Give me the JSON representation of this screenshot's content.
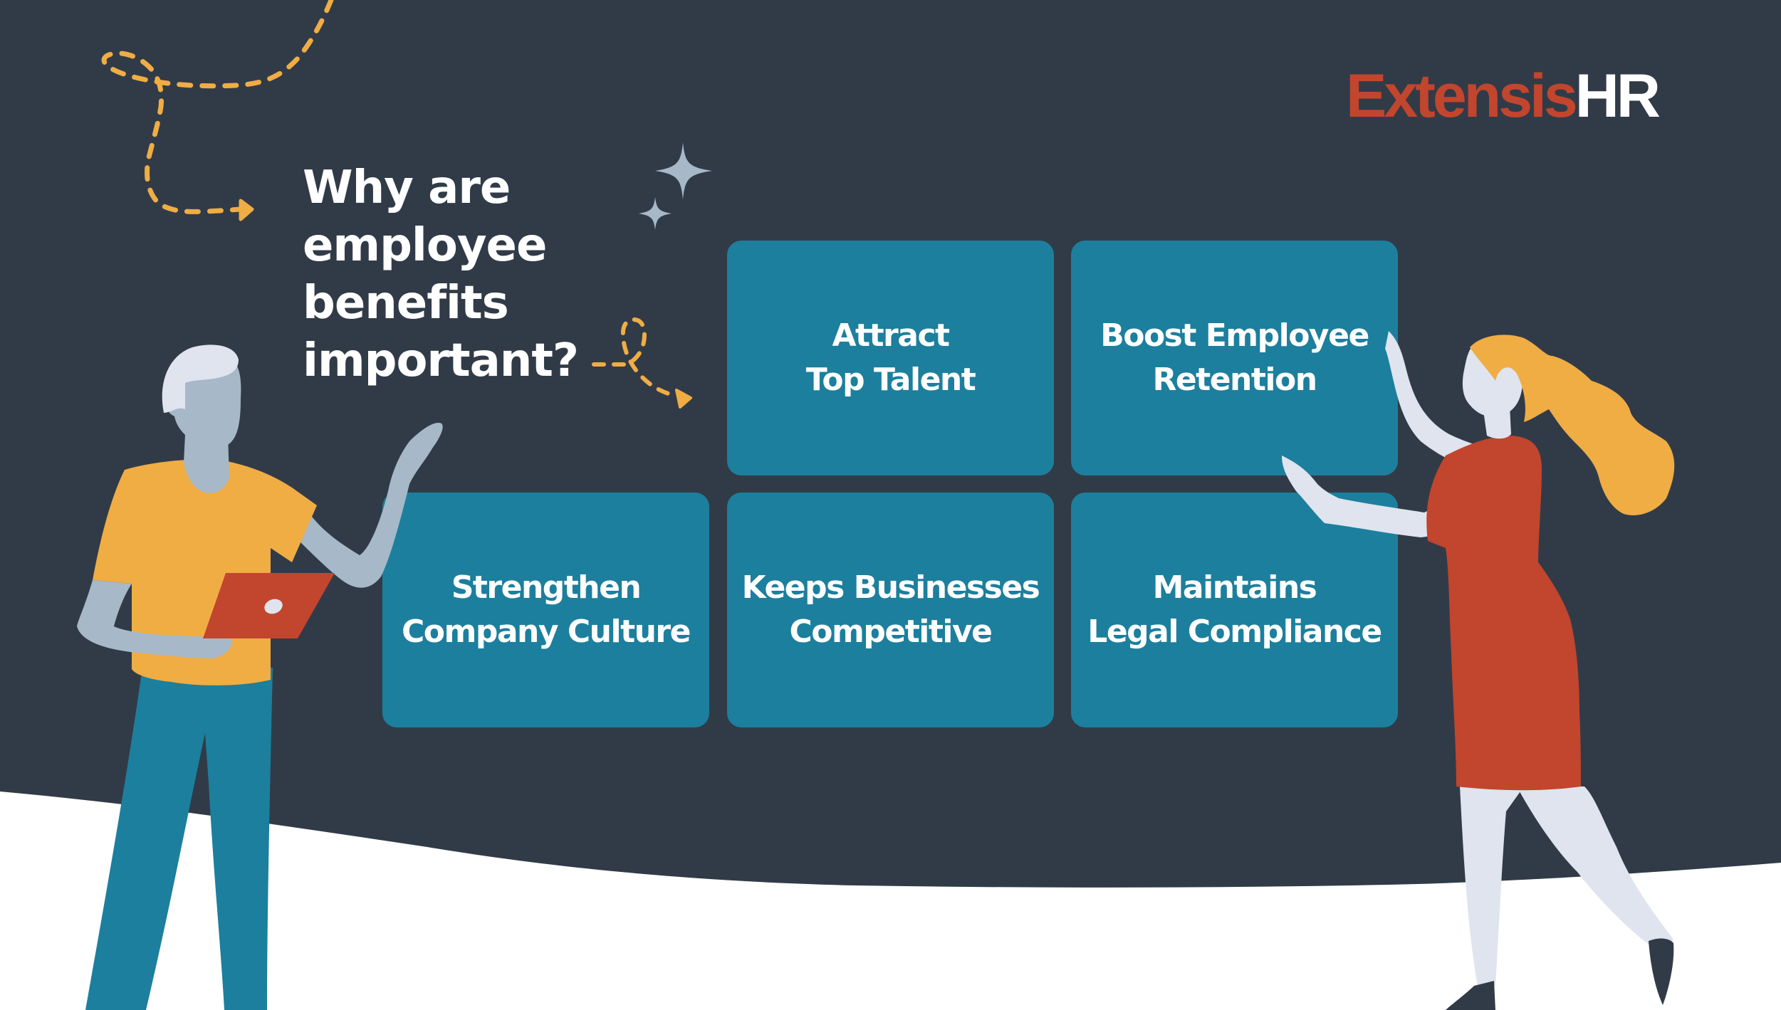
{
  "brand": {
    "name": "Extensis",
    "suffix": "HR",
    "colors": {
      "brand": "#c2452d",
      "suffix": "#ffffff"
    }
  },
  "headline": "Why are employee benefits important?",
  "cards": [
    {
      "label": "Attract\nTop Talent"
    },
    {
      "label": "Boost Employee\nRetention"
    },
    {
      "label": "Strengthen\nCompany Culture"
    },
    {
      "label": "Keeps Businesses\nCompetitive"
    },
    {
      "label": "Maintains\nLegal Compliance"
    }
  ],
  "icons": [
    "sparkle-icon",
    "sparkle-icon-small",
    "dashed-arrow-icon",
    "dashed-arrow-icon-small",
    "laptop-icon"
  ],
  "colors": {
    "background_dark": "#313b48",
    "background_light": "#ffffff",
    "card": "#1c7f9d",
    "accent_yellow": "#efad44",
    "accent_red": "#c2452d",
    "skin_gray": "#a7b8c8",
    "skin_light": "#dfe4ee",
    "sparkle": "#a7b8c8"
  }
}
